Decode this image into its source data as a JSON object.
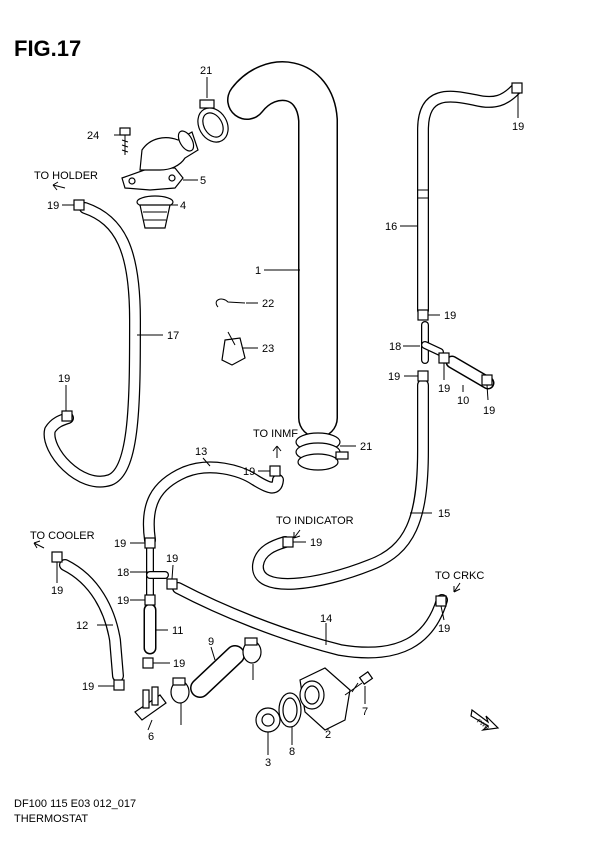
{
  "figure": {
    "title": "FIG.17"
  },
  "footer": {
    "model": "DF100 115 E03 012_017",
    "name": "THERMOSTAT"
  },
  "callouts": {
    "to_holder": "TO HOLDER",
    "to_inmf": "TO INMF",
    "to_indicator": "TO INDICATOR",
    "to_cooler": "TO COOLER",
    "to_crkc": "TO CRKC",
    "fwd": "FWD"
  },
  "part_labels": {
    "p1": "1",
    "p2": "2",
    "p3": "3",
    "p4": "4",
    "p5": "5",
    "p6": "6",
    "p7": "7",
    "p8": "8",
    "p9": "9",
    "p10": "10",
    "p11": "11",
    "p12": "12",
    "p13": "13",
    "p14": "14",
    "p15": "15",
    "p16": "16",
    "p17": "17",
    "p18a": "18",
    "p18b": "18",
    "p21a": "21",
    "p21b": "21",
    "p22": "22",
    "p23": "23",
    "p24": "24",
    "p19": [
      "19",
      "19",
      "19",
      "19",
      "19",
      "19",
      "19",
      "19",
      "19",
      "19",
      "19",
      "19",
      "19",
      "19",
      "19",
      "19"
    ]
  }
}
